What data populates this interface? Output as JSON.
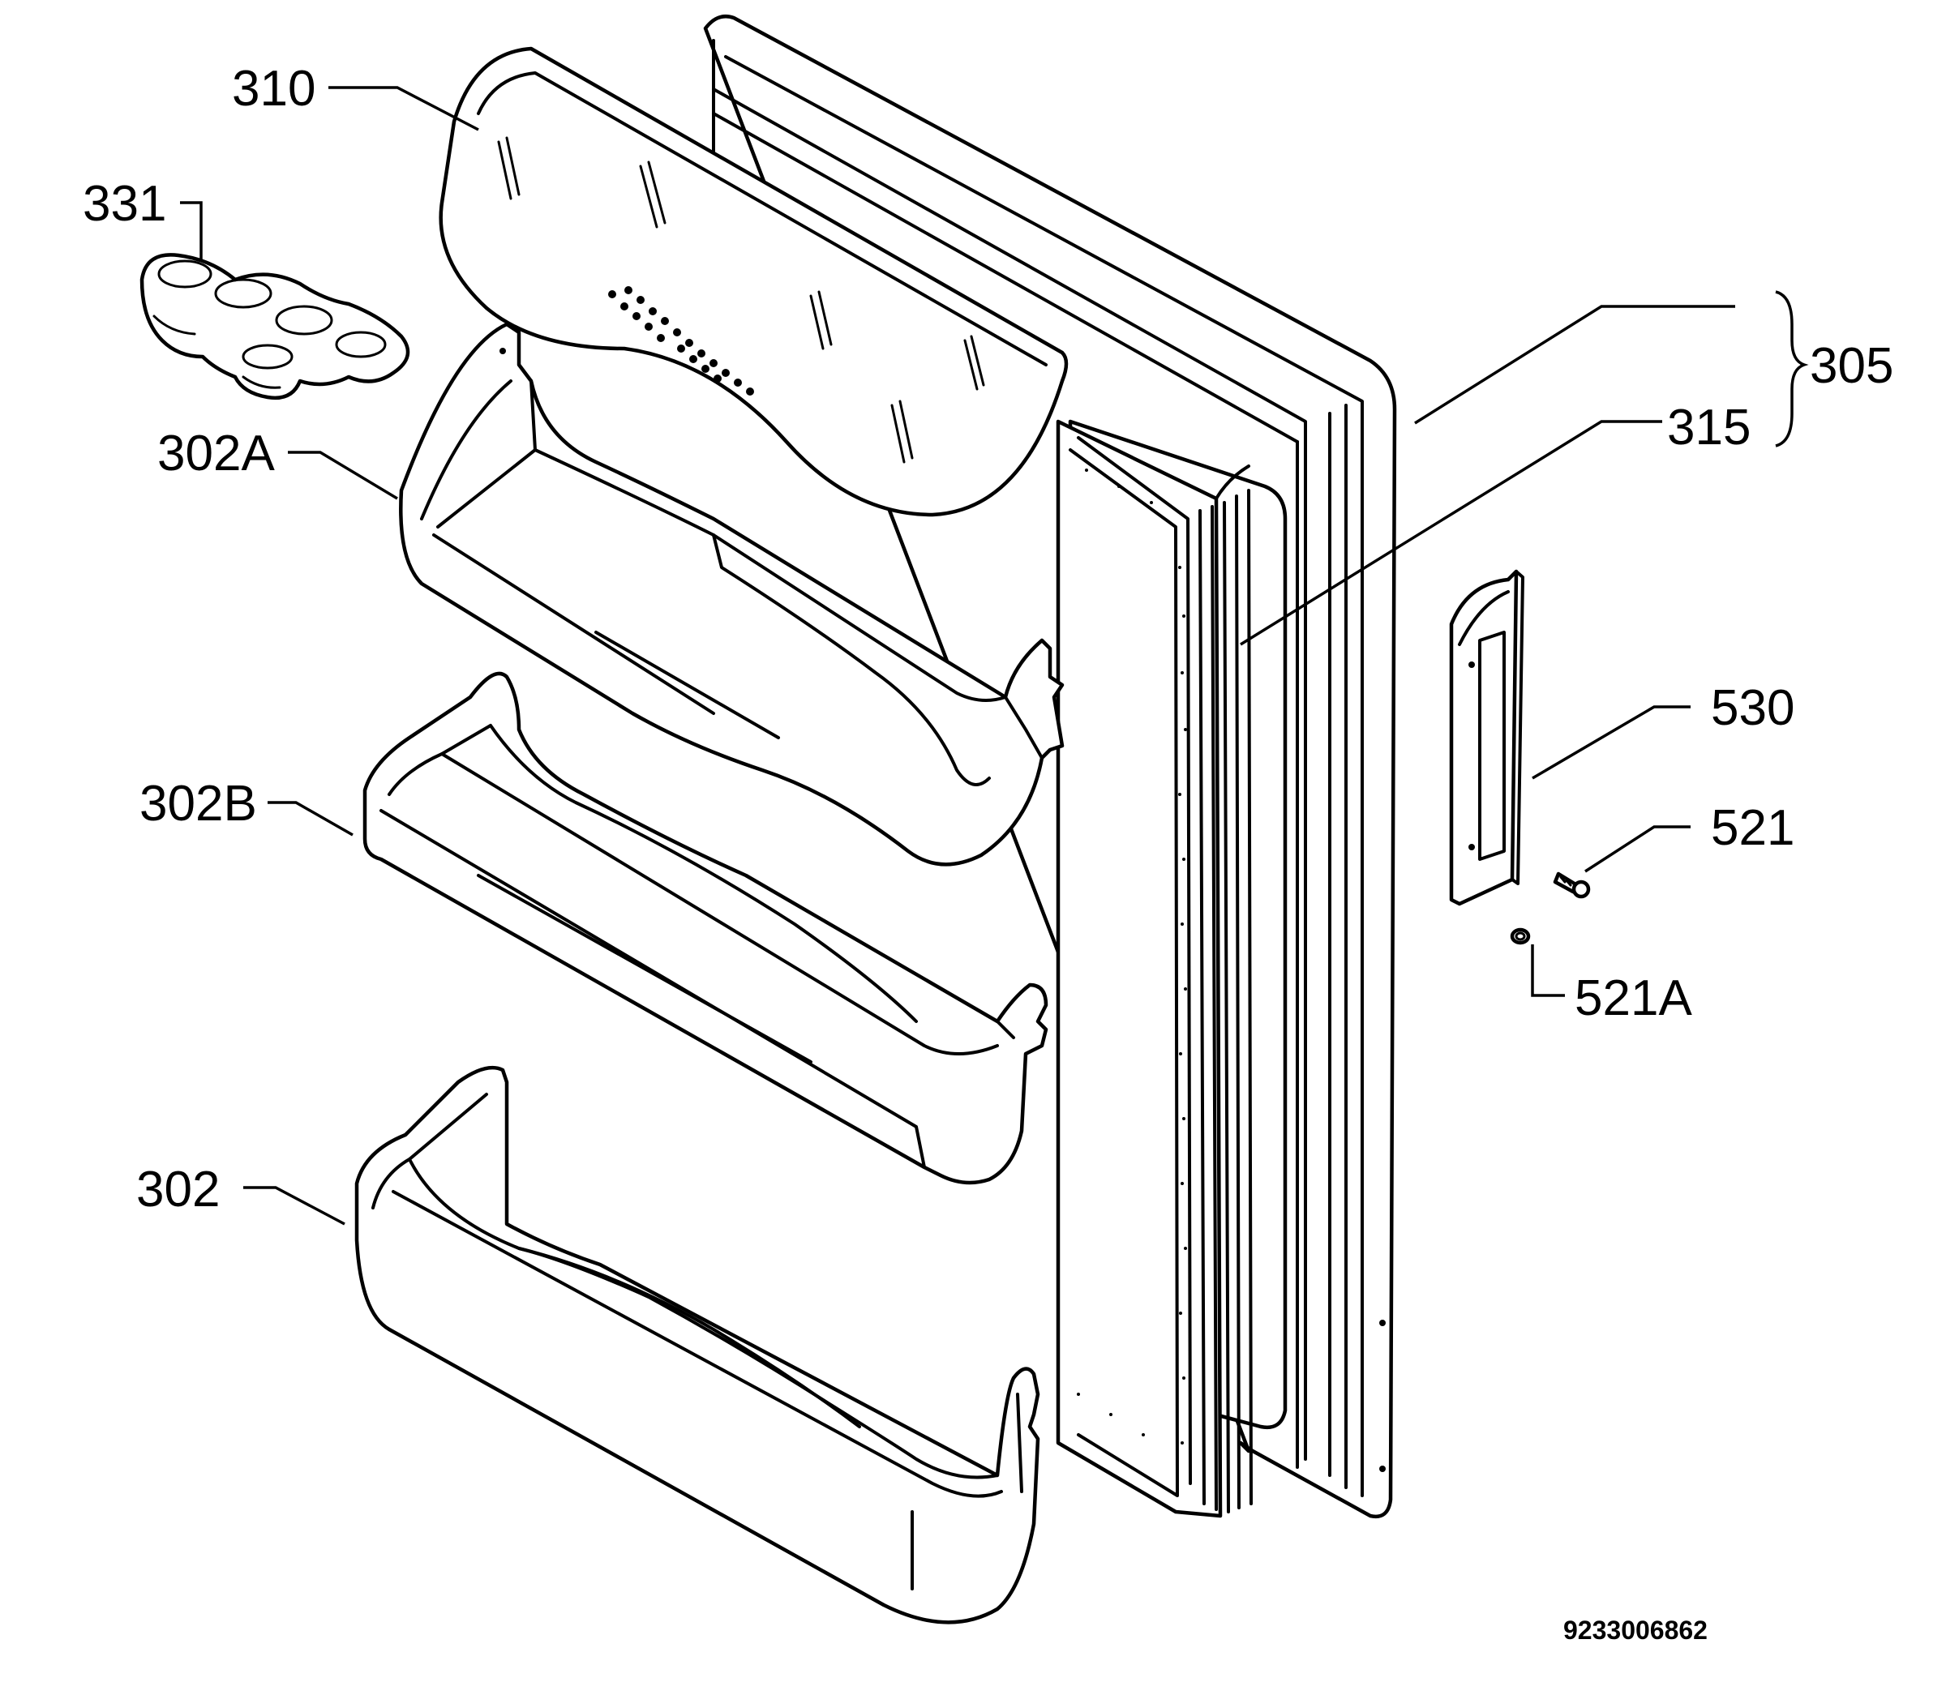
{
  "labels": {
    "door_shelf_cover": "310",
    "egg_tray": "331",
    "door_shelf_a": "302A",
    "door_shelf_b": "302B",
    "door_shelf_bottom": "302",
    "door_assembly": "305",
    "door_gasket": "315",
    "handle": "530",
    "screw": "521",
    "screw_cap": "521A"
  },
  "drawing_code": "9233006862"
}
